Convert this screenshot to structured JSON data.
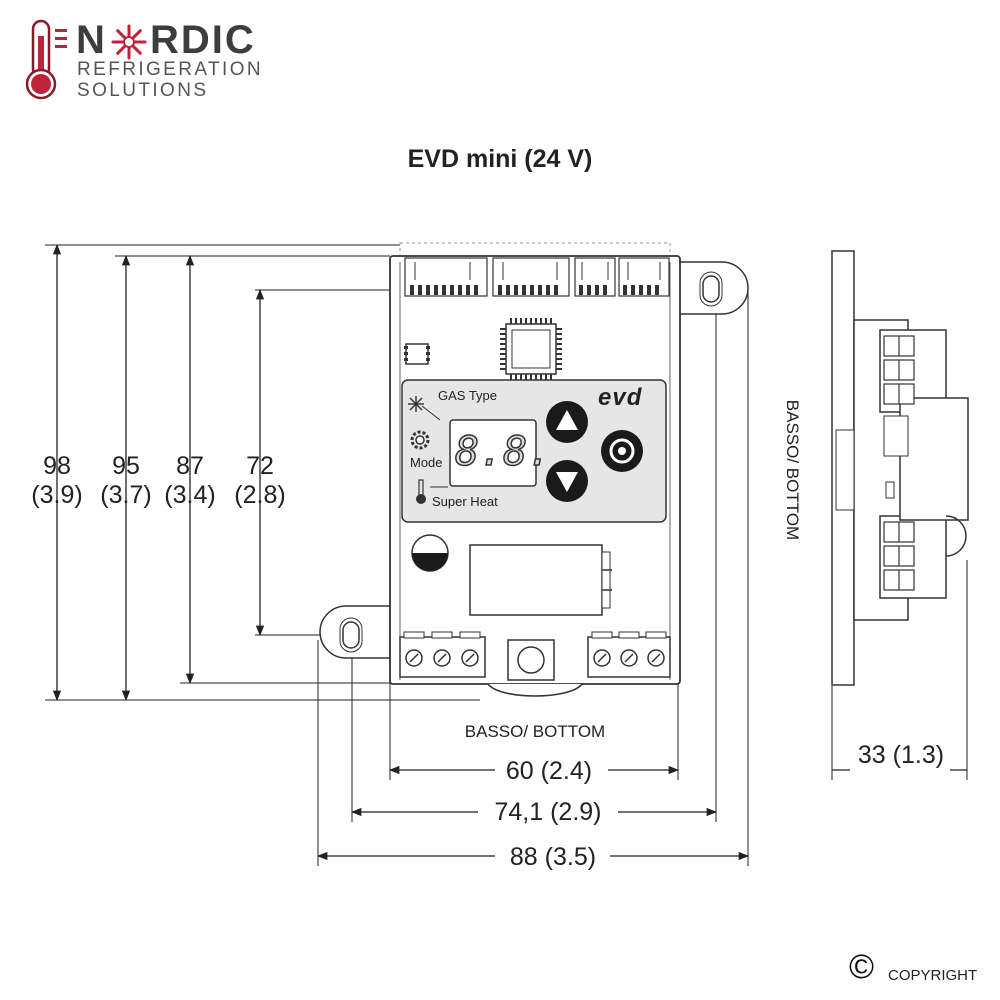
{
  "logo": {
    "word_left": "N",
    "word_right": "RDIC",
    "line2": "REFRIGERATION",
    "line3": "SOLUTIONS",
    "brand_color": "#c0223b"
  },
  "title": "EVD mini (24 V)",
  "device": {
    "brand": "evd",
    "labels": {
      "gas_type": "GAS Type",
      "mode": "Mode",
      "super_heat": "Super Heat"
    },
    "display": "8.8."
  },
  "dimensions": {
    "h98": {
      "mm": "98",
      "in": "(3.9)"
    },
    "h95": {
      "mm": "95",
      "in": "(3.7)"
    },
    "h87": {
      "mm": "87",
      "in": "(3.4)"
    },
    "h72": {
      "mm": "72",
      "in": "(2.8)"
    },
    "w60": "60 (2.4)",
    "w74": "74,1 (2.9)",
    "w88": "88 (3.5)",
    "d33": "33 (1.3)"
  },
  "bottom_label": "BASSO/ BOTTOM",
  "side_label": "BASSO/ BOTTOM",
  "copyright": {
    "symbol": "©",
    "text": "COPYRIGHT"
  }
}
